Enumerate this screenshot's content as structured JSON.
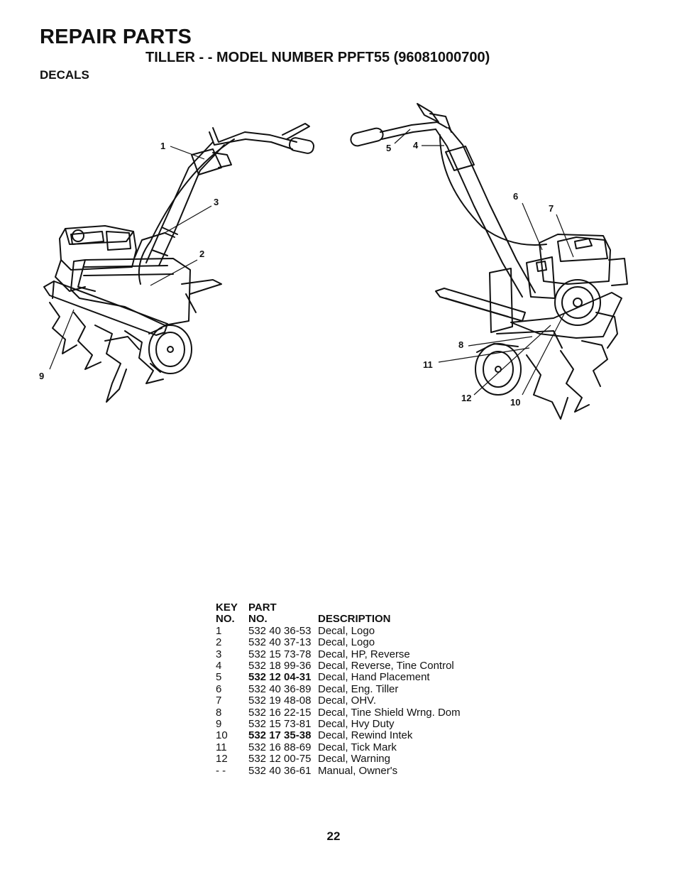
{
  "header": {
    "title": "REPAIR PARTS",
    "subtitle": "TILLER - - MODEL NUMBER PPFT55 (96081000700)",
    "section": "DECALS"
  },
  "callouts": [
    "1",
    "2",
    "3",
    "4",
    "5",
    "6",
    "7",
    "8",
    "9",
    "10",
    "11",
    "12"
  ],
  "table": {
    "headers": {
      "key_line1": "KEY",
      "key_line2": "NO.",
      "part_line1": "PART",
      "part_line2": "NO.",
      "description": "DESCRIPTION"
    },
    "rows": [
      {
        "key": "1",
        "part": "532 40 36-53",
        "desc": "Decal, Logo",
        "bold": false
      },
      {
        "key": "2",
        "part": "532 40 37-13",
        "desc": "Decal, Logo",
        "bold": false
      },
      {
        "key": "3",
        "part": "532 15 73-78",
        "desc": "Decal, HP, Reverse",
        "bold": false
      },
      {
        "key": "4",
        "part": "532 18 99-36",
        "desc": "Decal, Reverse, Tine Control",
        "bold": false
      },
      {
        "key": "5",
        "part": "532 12 04-31",
        "desc": "Decal, Hand Placement",
        "bold": true
      },
      {
        "key": "6",
        "part": "532 40 36-89",
        "desc": "Decal, Eng. Tiller",
        "bold": false
      },
      {
        "key": "7",
        "part": "532 19 48-08",
        "desc": "Decal, OHV.",
        "bold": false
      },
      {
        "key": "8",
        "part": "532 16 22-15",
        "desc": "Decal, Tine Shield Wrng. Dom",
        "bold": false
      },
      {
        "key": "9",
        "part": "532 15 73-81",
        "desc": "Decal, Hvy Duty",
        "bold": false
      },
      {
        "key": "10",
        "part": "532 17 35-38",
        "desc": "Decal, Rewind Intek",
        "bold": true
      },
      {
        "key": "11",
        "part": "532 16 88-69",
        "desc": "Decal, Tick Mark",
        "bold": false
      },
      {
        "key": "12",
        "part": "532 12 00-75",
        "desc": "Decal, Warning",
        "bold": false
      },
      {
        "key": "- -",
        "part": "532 40 36-61",
        "desc": "Manual, Owner's",
        "bold": false
      }
    ]
  },
  "page_number": "22"
}
